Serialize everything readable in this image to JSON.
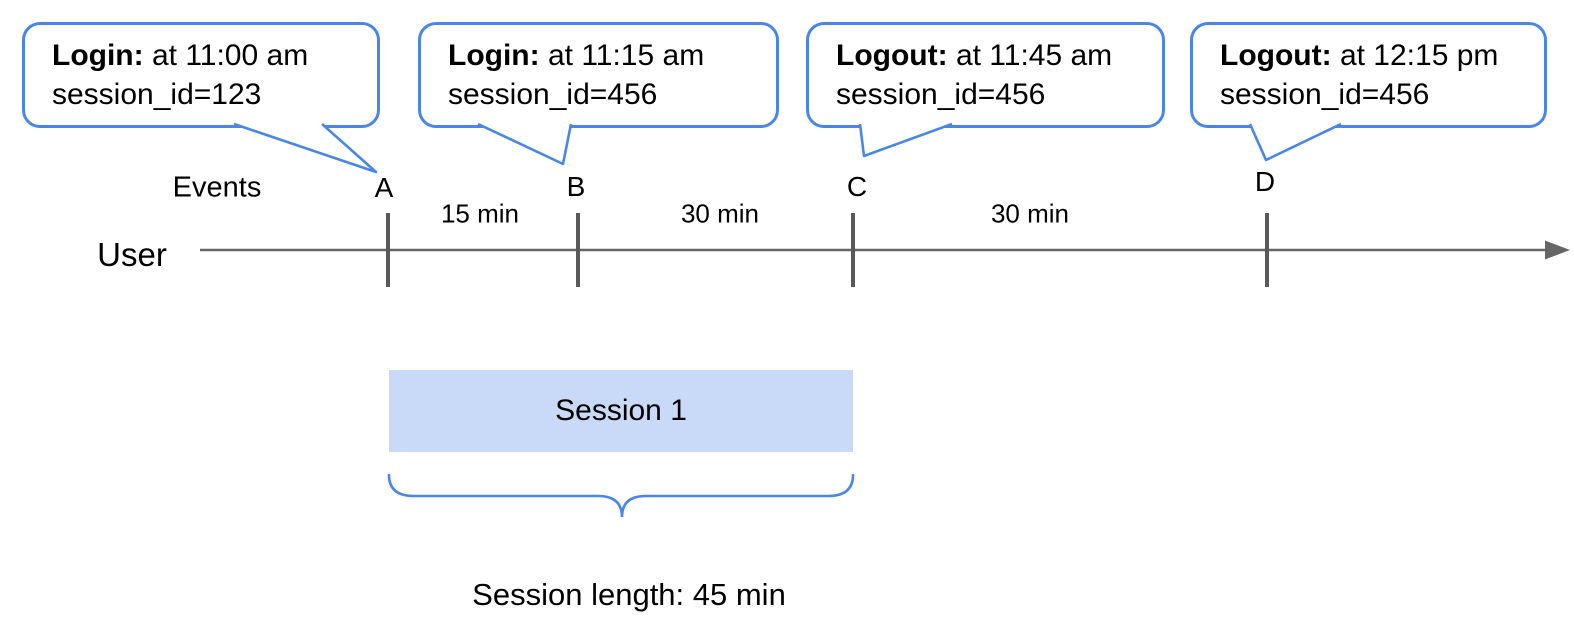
{
  "callouts": [
    {
      "event": "Login:",
      "detail": " at 11:00 am",
      "session_id": "session_id=123",
      "marker": "A"
    },
    {
      "event": "Login:",
      "detail": " at 11:15 am",
      "session_id": "session_id=456",
      "marker": "B"
    },
    {
      "event": "Logout:",
      "detail": " at 11:45 am",
      "session_id": "session_id=456",
      "marker": "C"
    },
    {
      "event": "Logout:",
      "detail": " at 12:15 pm",
      "session_id": "session_id=456",
      "marker": "D"
    }
  ],
  "timeline": {
    "axis_label": "User",
    "events_label": "Events",
    "intervals": [
      {
        "label": "15 min"
      },
      {
        "label": "30 min"
      },
      {
        "label": "30 min"
      }
    ]
  },
  "session": {
    "box_label": "Session 1",
    "length_label": "Session length: 45 min"
  },
  "colors": {
    "callout_blue": "#4a86e8",
    "session_fill": "#c9daf8",
    "axis_gray": "#666666",
    "tick_gray": "#595959",
    "text_black": "#000000",
    "background": "#ffffff"
  }
}
